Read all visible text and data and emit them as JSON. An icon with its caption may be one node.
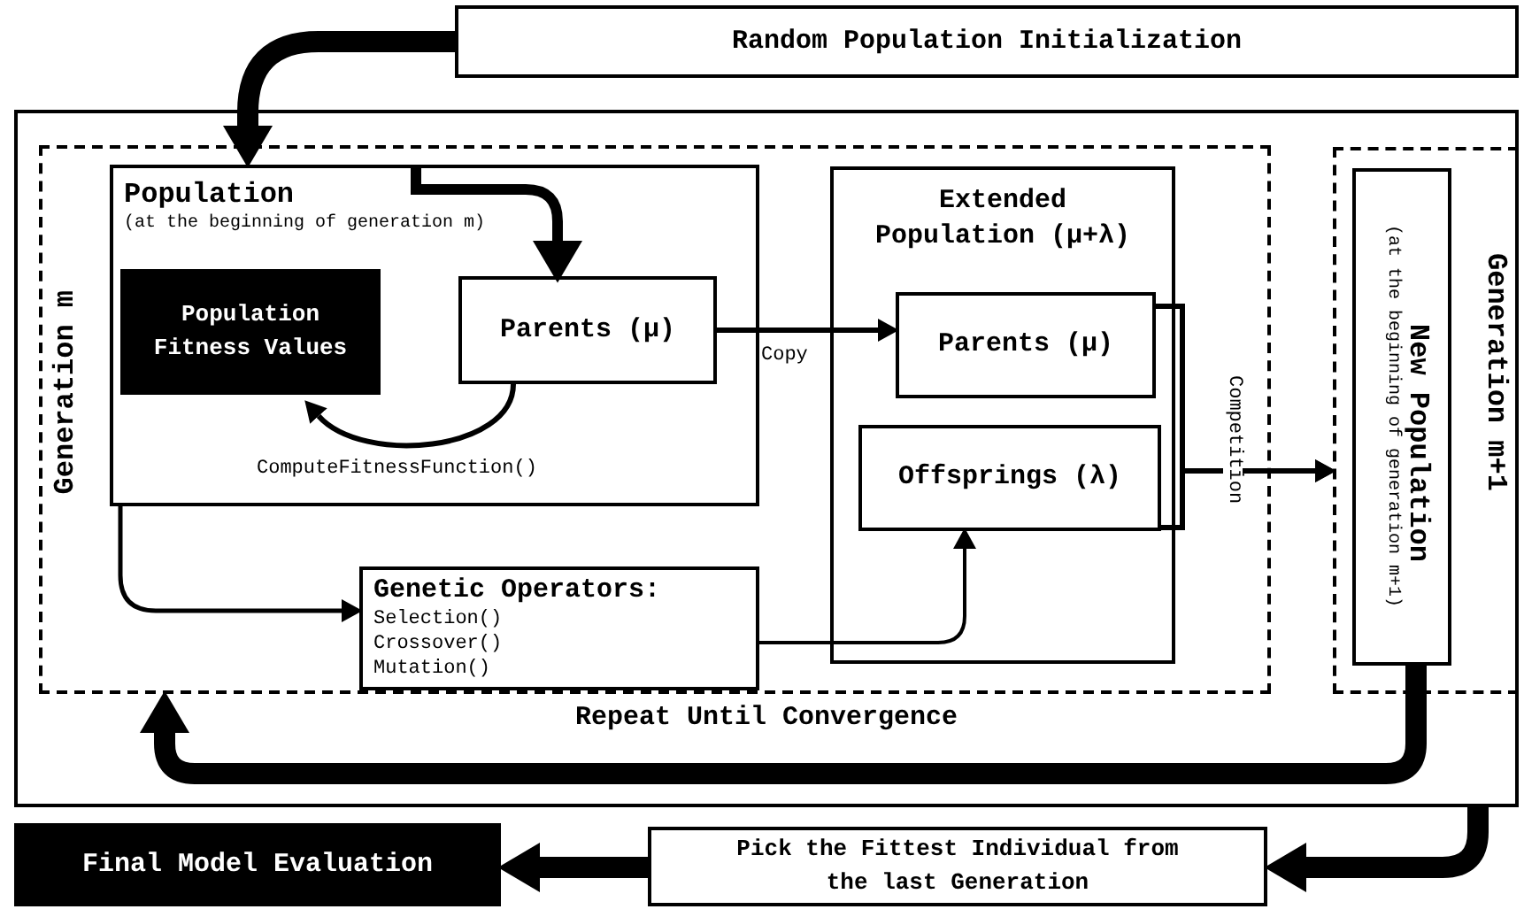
{
  "diagram": {
    "nodes": [
      {
        "text": [
          "Random Population Initialization"
        ]
      },
      {
        "text": [],
        "shape": "box"
      },
      {
        "text": [
          "Generation m"
        ],
        "in": 1
      },
      {
        "text": [
          "Population",
          "(at the beginning of generation m)"
        ],
        "in": 2
      },
      {
        "text": [
          "Population Fitness Values"
        ],
        "in": 3
      },
      {
        "text": [
          "Parents (μ)"
        ],
        "in": 3
      },
      {
        "text": [
          "Genetic Operators:",
          "Selection()",
          "Crossover()",
          "Mutation()"
        ],
        "in": 2
      },
      {
        "text": [
          "Extended Population (μ+λ)"
        ],
        "in": 2
      },
      {
        "text": [
          "Parents (μ)"
        ],
        "in": 7
      },
      {
        "text": [
          "Offsprings (λ)"
        ],
        "in": 7
      },
      {
        "text": [
          "Generation m+1"
        ],
        "in": 1
      },
      {
        "text": [
          "New Population",
          "(at the beginning of generation m+1)"
        ],
        "in": 10
      },
      {
        "text": [
          "Pick the Fittest Individual from the last Generation"
        ]
      },
      {
        "text": [
          "Final Model Evaluation"
        ]
      }
    ],
    "edges": [
      {
        "from": 0,
        "to": 3,
        "arrow": "to",
        "style": "thick"
      },
      {
        "from": 3,
        "to": 5,
        "arrow": "to",
        "style": "thick"
      },
      {
        "from": 5,
        "to": 4,
        "arrow": "to",
        "label": "ComputeFitnessFunction()"
      },
      {
        "from": 5,
        "to": 8,
        "arrow": "to",
        "label": "Copy"
      },
      {
        "from": 3,
        "to": 6,
        "arrow": "to"
      },
      {
        "from": 6,
        "to": 9,
        "arrow": "to"
      },
      {
        "from": 8,
        "to": 10,
        "arrow": "to",
        "label": "Competition"
      },
      {
        "from": 9,
        "to": 10,
        "arrow": "to"
      },
      {
        "from": 11,
        "to": 2,
        "arrow": "to",
        "label": "Repeat Until Convergence",
        "style": "thick"
      },
      {
        "from": 1,
        "to": 12,
        "arrow": "to",
        "style": "thick"
      },
      {
        "from": 12,
        "to": 13,
        "arrow": "to",
        "style": "thick"
      }
    ]
  }
}
